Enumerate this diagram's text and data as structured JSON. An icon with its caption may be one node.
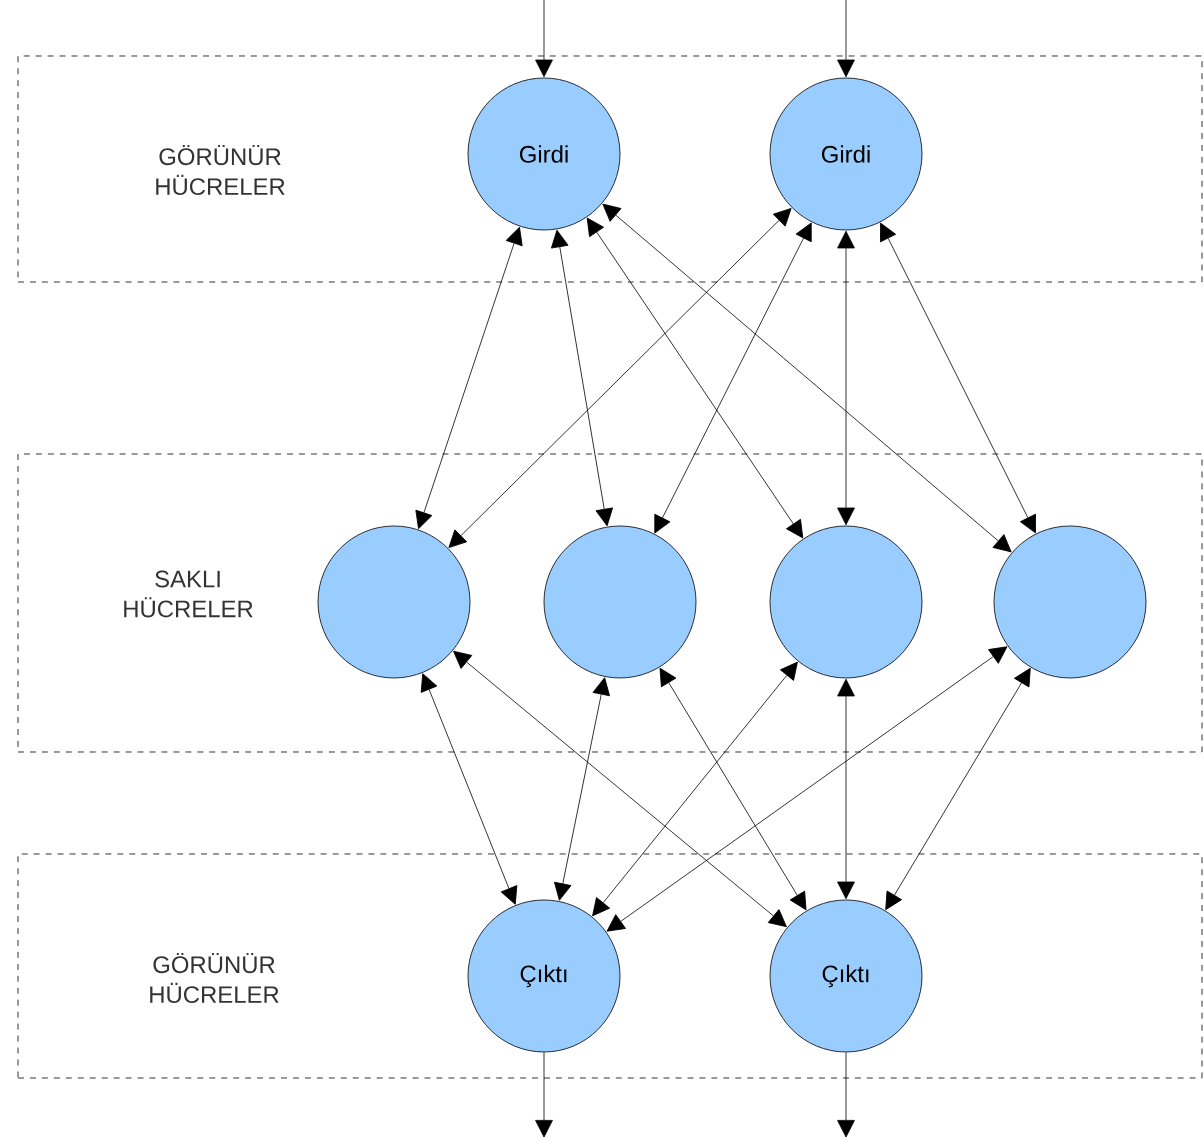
{
  "diagram": {
    "nodes": [
      {
        "text": [
          "GÖRÜNÜR HÜCRELER"
        ]
      },
      {
        "text": [
          "Girdi"
        ],
        "in": 0
      },
      {
        "text": [
          "Girdi"
        ],
        "in": 0
      },
      {
        "text": [
          "SAKLI HÜCRELER"
        ]
      },
      {
        "text": [],
        "shape": "circle",
        "in": 3
      },
      {
        "text": [],
        "shape": "circle",
        "in": 3
      },
      {
        "text": [],
        "shape": "circle",
        "in": 3
      },
      {
        "text": [],
        "shape": "circle",
        "in": 3
      },
      {
        "text": [
          "GÖRÜNÜR HÜCRELER"
        ]
      },
      {
        "text": [
          "Çıktı"
        ],
        "in": 8
      },
      {
        "text": [
          "Çıktı"
        ],
        "in": 8
      }
    ],
    "edges": [
      {
        "from": null,
        "to": 1,
        "arrow": "to"
      },
      {
        "from": null,
        "to": 2,
        "arrow": "to"
      },
      {
        "from": 1,
        "to": 4,
        "arrow": "both"
      },
      {
        "from": 1,
        "to": 5,
        "arrow": "both"
      },
      {
        "from": 1,
        "to": 6,
        "arrow": "both"
      },
      {
        "from": 1,
        "to": 7,
        "arrow": "both"
      },
      {
        "from": 2,
        "to": 4,
        "arrow": "both"
      },
      {
        "from": 2,
        "to": 5,
        "arrow": "both"
      },
      {
        "from": 2,
        "to": 6,
        "arrow": "both"
      },
      {
        "from": 2,
        "to": 7,
        "arrow": "both"
      },
      {
        "from": 4,
        "to": 9,
        "arrow": "both"
      },
      {
        "from": 4,
        "to": 10,
        "arrow": "both"
      },
      {
        "from": 5,
        "to": 9,
        "arrow": "both"
      },
      {
        "from": 5,
        "to": 10,
        "arrow": "both"
      },
      {
        "from": 6,
        "to": 9,
        "arrow": "both"
      },
      {
        "from": 6,
        "to": 10,
        "arrow": "both"
      },
      {
        "from": 7,
        "to": 9,
        "arrow": "both"
      },
      {
        "from": 7,
        "to": 10,
        "arrow": "both"
      },
      {
        "from": 9,
        "to": null,
        "arrow": "to"
      },
      {
        "from": 10,
        "to": null,
        "arrow": "to"
      }
    ]
  }
}
